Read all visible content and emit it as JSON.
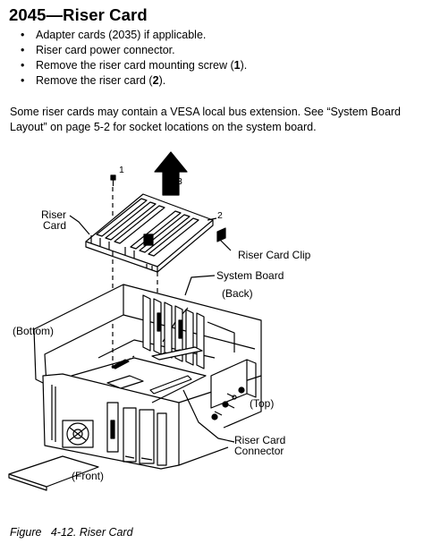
{
  "heading": "2045—Riser Card",
  "steps": [
    {
      "pre": "Adapter cards (2035) if applicable.",
      "num": "",
      "post": ""
    },
    {
      "pre": "Riser card power connector.",
      "num": "",
      "post": ""
    },
    {
      "pre": "Remove the riser card mounting screw (",
      "num": "1",
      "post": ")."
    },
    {
      "pre": "Remove the riser card (",
      "num": "2",
      "post": ")."
    }
  ],
  "paragraph": "Some riser cards may contain a VESA local bus extension.  See “System Board Layout” on page  5-2 for socket locations on the system board.",
  "figure": {
    "callouts": {
      "screw": "1",
      "card": "2",
      "arrow": "3"
    },
    "labels": {
      "riser_line1": "Riser",
      "riser_line2": "Card",
      "riser_clip": "Riser Card Clip",
      "system_board": "System Board",
      "back": "(Back)",
      "bottom": "(Bottom)",
      "top": "(Top)",
      "connector_line1": "Riser Card",
      "connector_line2": "Connector",
      "front": "(Front)"
    }
  },
  "caption": "Figure   4-12. Riser Card"
}
